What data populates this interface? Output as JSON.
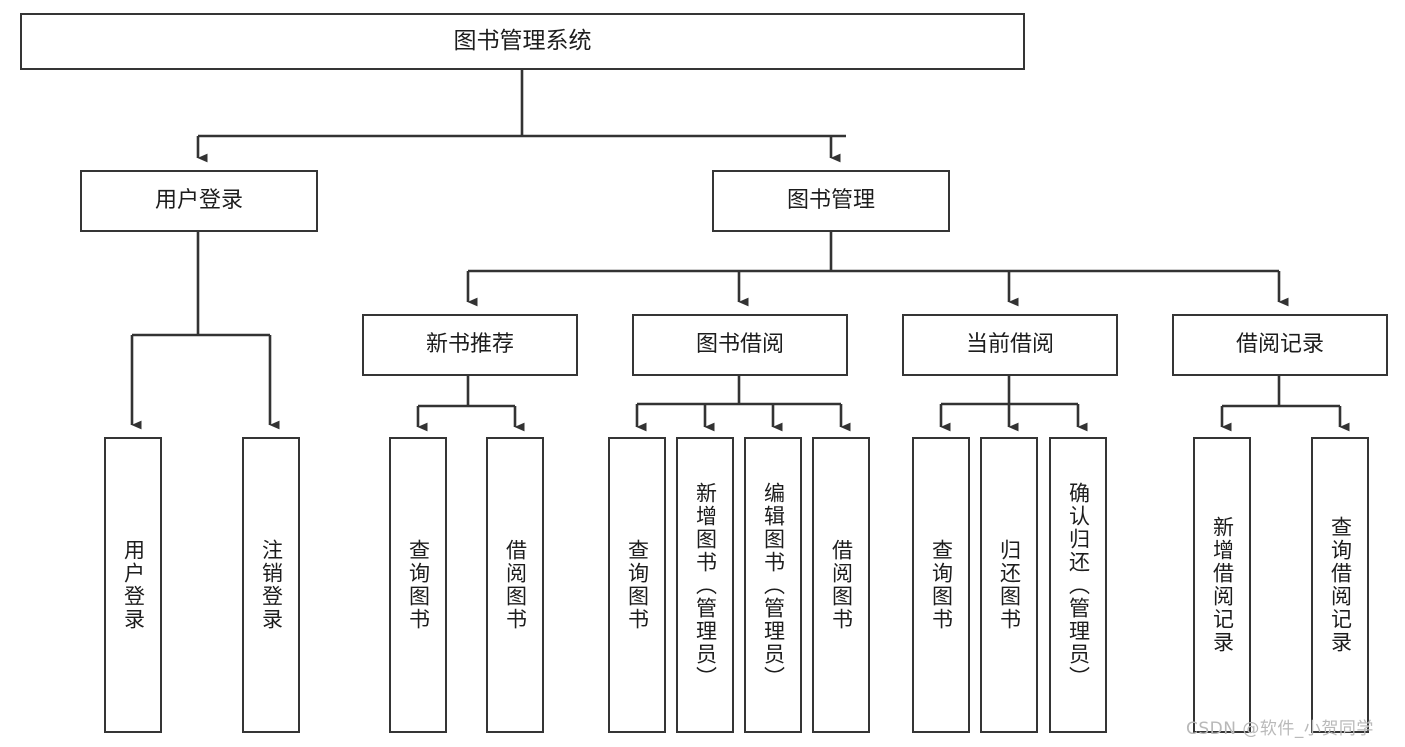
{
  "diagram": {
    "type": "tree-hierarchy",
    "title": "图书管理系统",
    "watermark": "CSDN @软件_小贺同学",
    "colors": {
      "box_border": "#353535",
      "box_fill": "#ffffff",
      "line": "#333333",
      "text": "#1d1d1d",
      "watermark": "#b9b9b9"
    },
    "nodes": {
      "root": {
        "label": "图书管理系统"
      },
      "level1": [
        {
          "id": "user-login",
          "label": "用户登录"
        },
        {
          "id": "book-manage",
          "label": "图书管理"
        }
      ],
      "level2": [
        {
          "id": "new-book-recommend",
          "label": "新书推荐"
        },
        {
          "id": "book-borrow",
          "label": "图书借阅"
        },
        {
          "id": "current-borrow",
          "label": "当前借阅"
        },
        {
          "id": "borrow-record",
          "label": "借阅记录"
        }
      ],
      "leaves": {
        "user-login": [
          {
            "id": "leaf-user-login",
            "label": "用户登录"
          },
          {
            "id": "leaf-logout-login",
            "label": "注销登录"
          }
        ],
        "new-book-recommend": [
          {
            "id": "leaf-query-book-1",
            "label": "查询图书"
          },
          {
            "id": "leaf-borrow-book-1",
            "label": "借阅图书"
          }
        ],
        "book-borrow": [
          {
            "id": "leaf-query-book-2",
            "label": "查询图书"
          },
          {
            "id": "leaf-add-book",
            "label": "新增图书（管理员）"
          },
          {
            "id": "leaf-edit-book",
            "label": "编辑图书（管理员）"
          },
          {
            "id": "leaf-borrow-book-2",
            "label": "借阅图书"
          }
        ],
        "current-borrow": [
          {
            "id": "leaf-query-book-3",
            "label": "查询图书"
          },
          {
            "id": "leaf-return-book",
            "label": "归还图书"
          },
          {
            "id": "leaf-confirm-return",
            "label": "确认归还（管理员）"
          }
        ],
        "borrow-record": [
          {
            "id": "leaf-add-record",
            "label": "新增借阅记录"
          },
          {
            "id": "leaf-query-record",
            "label": "查询借阅记录"
          }
        ]
      }
    }
  }
}
